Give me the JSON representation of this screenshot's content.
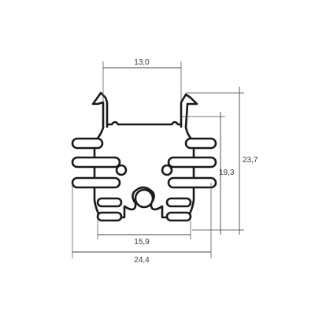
{
  "dimensions": {
    "top_width": "13,0",
    "overall_height": "23,7",
    "inner_height": "19,3",
    "bottom_inner_width": "15,9",
    "overall_width": "24,4"
  },
  "colors": {
    "profile_stroke": "#1a1a1a",
    "dimension_line": "#444444",
    "label_text": "#3a3a3a"
  }
}
